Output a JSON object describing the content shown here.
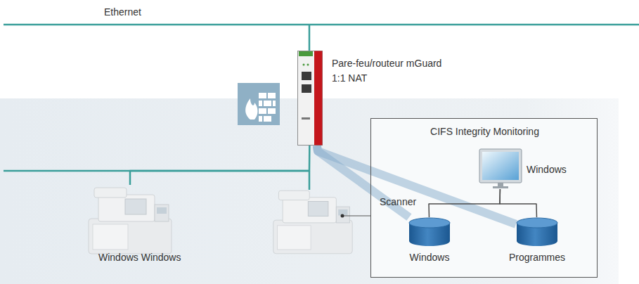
{
  "diagram": {
    "nodes": [
      {
        "text": [
          "Pare-feu/routeur mGuard",
          "1:1 NAT"
        ]
      },
      {
        "text": [
          "Windows Windows"
        ]
      },
      {
        "text": [
          "CIFS Integrity Monitoring"
        ]
      },
      {
        "text": [
          "Windows"
        ],
        "in": 2
      },
      {
        "text": [
          "Windows"
        ],
        "in": 2
      },
      {
        "text": [
          "Programmes"
        ],
        "in": 2
      }
    ],
    "edges": [
      {
        "from": 0,
        "to": 1,
        "arrow": "none"
      },
      {
        "from": 0,
        "to": 4,
        "arrow": "none",
        "label": "Scanner"
      },
      {
        "from": 0,
        "to": 5,
        "arrow": "none"
      },
      {
        "from": 3,
        "to": 4,
        "arrow": "none"
      },
      {
        "from": 3,
        "to": 5,
        "arrow": "none"
      }
    ],
    "labels": [
      "Ethernet"
    ]
  }
}
